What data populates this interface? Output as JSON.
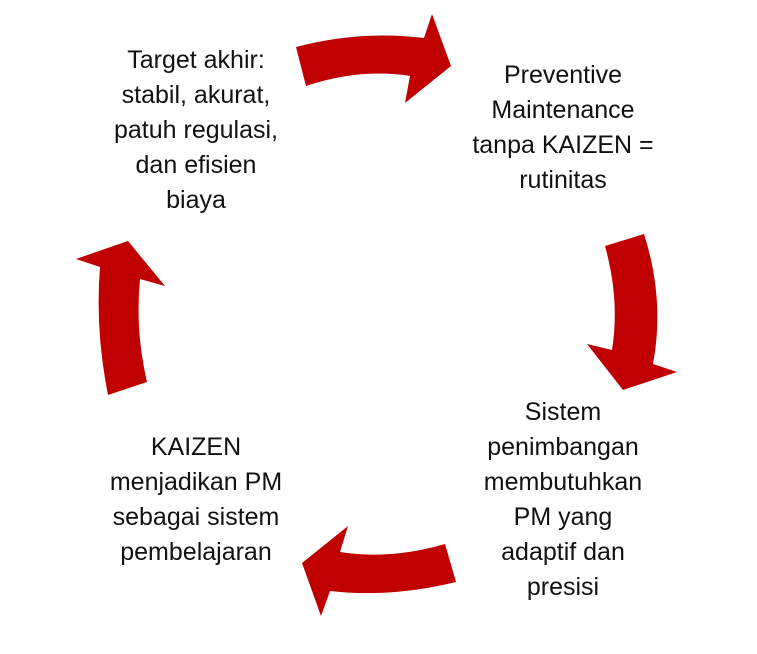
{
  "colors": {
    "arrow": "#C00000",
    "text": "#111111"
  },
  "cycle": [
    {
      "id": "preventive",
      "lines": [
        "Preventive",
        "Maintenance",
        "tanpa KAIZEN =",
        "rutinitas"
      ]
    },
    {
      "id": "sistem",
      "lines": [
        "Sistem",
        "penimbangan",
        "membutuhkan",
        "PM yang",
        "adaptif dan",
        "presisi"
      ]
    },
    {
      "id": "kaizen",
      "lines": [
        "KAIZEN",
        "menjadikan PM",
        "sebagai sistem",
        "pembelajaran"
      ]
    },
    {
      "id": "target",
      "lines": [
        "Target akhir:",
        "stabil, akurat,",
        "patuh regulasi,",
        "dan efisien",
        "biaya"
      ]
    }
  ]
}
